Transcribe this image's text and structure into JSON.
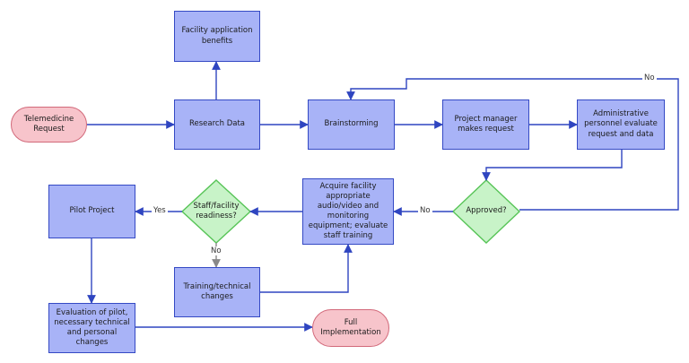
{
  "colors": {
    "process_fill": "#a8b3f7",
    "process_stroke": "#3449c4",
    "terminal_fill": "#f7c4cb",
    "terminal_stroke": "#d2697a",
    "decision_fill": "#c8f3c8",
    "decision_stroke": "#57c457",
    "edge": "#2f45c0",
    "edge_gray": "#888888"
  },
  "nodes": {
    "telemedicine_request": "Telemedicine Request",
    "research_data": "Research Data",
    "facility_benefits": "Facility application benefits",
    "brainstorming": "Brainstorming",
    "project_manager": "Project manager makes request",
    "admin_personnel": "Administrative personnel evaluate request and data",
    "approved": "Approved?",
    "acquire_equipment": "Acquire facility appropriate audio/video and monitoring equipment; evaluate staff training",
    "staff_readiness": "Staff/facility readiness?",
    "pilot_project": "Pilot Project",
    "training_changes": "Training/technical changes",
    "evaluation": "Evaluation of pilot, necessary technical and personal changes",
    "full_implementation": "Full Implementation"
  },
  "edge_labels": {
    "approved_no_top": "No",
    "approved_no_left": "No",
    "readiness_yes": "Yes",
    "readiness_no": "No"
  }
}
